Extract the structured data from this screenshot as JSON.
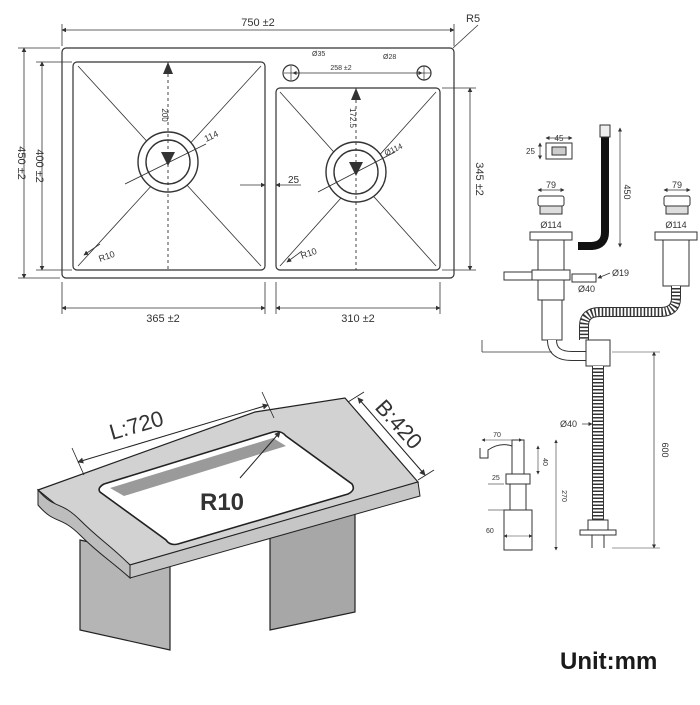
{
  "top_view": {
    "overall_width": "750 ±2",
    "corner_radius": "R5",
    "outer_height": "450 ±2",
    "inner_height": "400 ±2",
    "left_bowl_width": "365 ±2",
    "right_bowl_width": "310 ±2",
    "right_bowl_height": "345 ±2",
    "divider_width": "25",
    "left_depth": "200",
    "right_depth": "172.5",
    "left_drain": "114",
    "right_drain": "Ø114",
    "left_radius": "R10",
    "right_radius": "R10",
    "tap_hole_1": "Ø35",
    "tap_hole_2": "Ø28",
    "tap_hole_spacing": "258 ±2"
  },
  "fittings": {
    "overflow_w": "45",
    "overflow_h": "25",
    "overflow_hose_len": "450",
    "strainer_left_w": "79",
    "strainer_right_w": "79",
    "strainer_left_dia": "Ø114",
    "strainer_right_dia": "Ø114",
    "inlet_dia": "Ø19",
    "pipe_dia": "Ø40",
    "hose_dia": "Ø40",
    "hose_len": "600"
  },
  "dispenser": {
    "spout_len": "70",
    "pump_h": "40",
    "collar": "25",
    "body_h": "270",
    "bottle_w": "60"
  },
  "cutout": {
    "length_label": "L:720",
    "width_label": "B:420",
    "radius_label": "R10"
  },
  "unit_label": "Unit:mm"
}
